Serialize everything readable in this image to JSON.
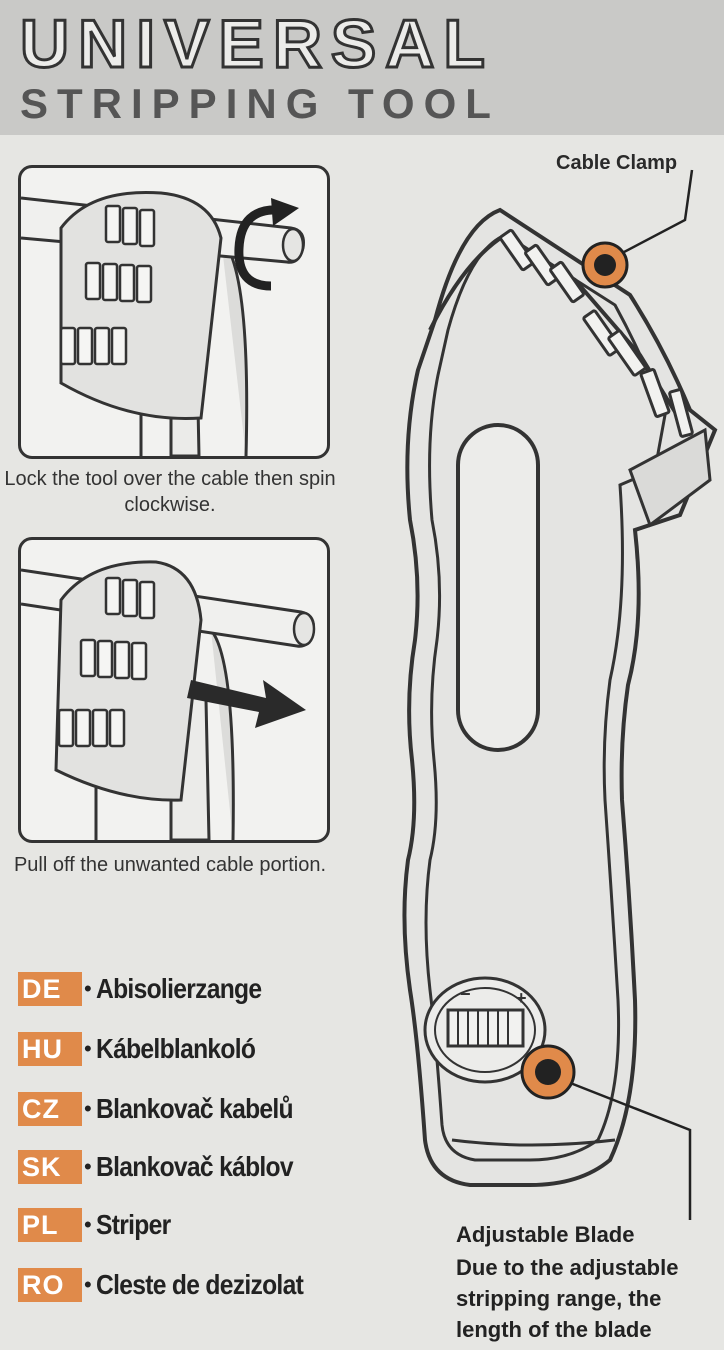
{
  "header": {
    "title_line1": "UNIVERSAL",
    "title_line2": "STRIPPING TOOL"
  },
  "steps": [
    {
      "caption": "Lock the tool over the cable then spin clockwise.",
      "icon": "rotate-clockwise-icon"
    },
    {
      "caption": "Pull off the unwanted cable portion.",
      "icon": "arrow-right-icon"
    }
  ],
  "languages": [
    {
      "code": "DE",
      "name": "Abisolierzange"
    },
    {
      "code": "HU",
      "name": "Kábelblankoló"
    },
    {
      "code": "CZ",
      "name": "Blankovač kabelů"
    },
    {
      "code": "SK",
      "name": "Blankovač káblov"
    },
    {
      "code": "PL",
      "name": "Striper"
    },
    {
      "code": "RO",
      "name": "Cleste de dezizolat"
    }
  ],
  "callouts": {
    "cable_clamp": "Cable Clamp",
    "blade_title": "Adjustable Blade",
    "blade_desc": "Due to the adjustable stripping range, the length of the blade",
    "minus": "−",
    "plus": "+"
  },
  "colors": {
    "accent": "#e08a4a",
    "ink": "#333333",
    "header_bg": "#c9c9c7"
  }
}
